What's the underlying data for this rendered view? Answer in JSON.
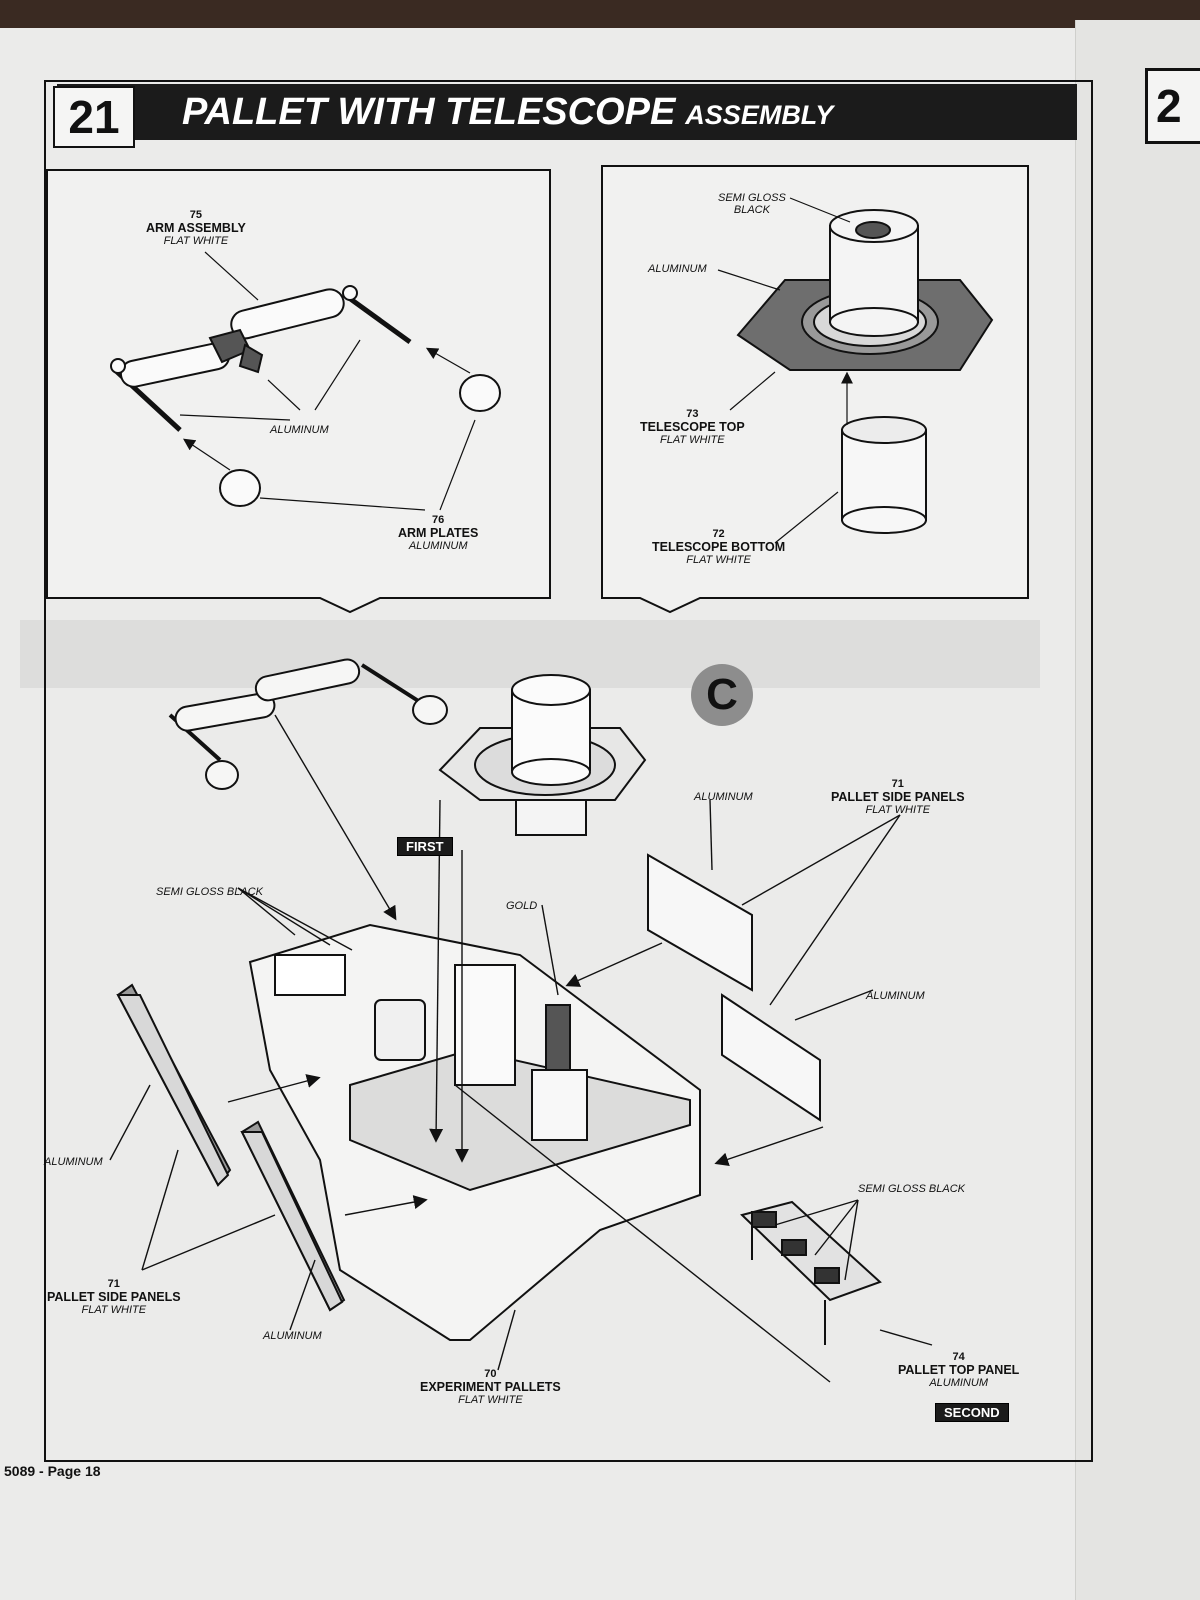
{
  "step": {
    "number": "21",
    "title_main": "PALLET WITH TELESCOPE",
    "title_suffix": "ASSEMBLY",
    "next_step_partial": "2"
  },
  "upper_left": {
    "arm_assembly": {
      "number": "75",
      "name": "ARM ASSEMBLY",
      "color": "FLAT WHITE"
    },
    "aluminum": "ALUMINUM",
    "arm_plates": {
      "number": "76",
      "name": "ARM PLATES",
      "color": "ALUMINUM"
    }
  },
  "upper_right": {
    "semi_gloss": "SEMI GLOSS\nBLACK",
    "aluminum": "ALUMINUM",
    "telescope_top": {
      "number": "73",
      "name": "TELESCOPE TOP",
      "color": "FLAT WHITE"
    },
    "telescope_bottom": {
      "number": "72",
      "name": "TELESCOPE BOTTOM",
      "color": "FLAT WHITE"
    }
  },
  "main": {
    "circle_letter": "C",
    "first_tag": "FIRST",
    "second_tag": "SECOND",
    "semi_gloss_black_left": "SEMI GLOSS BLACK",
    "gold": "GOLD",
    "aluminum_right_top": "ALUMINUM",
    "aluminum_right_mid": "ALUMINUM",
    "aluminum_left": "ALUMINUM",
    "aluminum_bottom": "ALUMINUM",
    "semi_gloss_black_right": "SEMI GLOSS BLACK",
    "side_panels_right": {
      "number": "71",
      "name": "PALLET SIDE PANELS",
      "color": "FLAT WHITE"
    },
    "side_panels_left": {
      "number": "71",
      "name": "PALLET SIDE PANELS",
      "color": "FLAT WHITE"
    },
    "experiment_pallets": {
      "number": "70",
      "name": "EXPERIMENT PALLETS",
      "color": "FLAT WHITE"
    },
    "pallet_top_panel": {
      "number": "74",
      "name": "PALLET TOP PANEL",
      "color": "ALUMINUM"
    }
  },
  "footer": "5089 - Page 18"
}
